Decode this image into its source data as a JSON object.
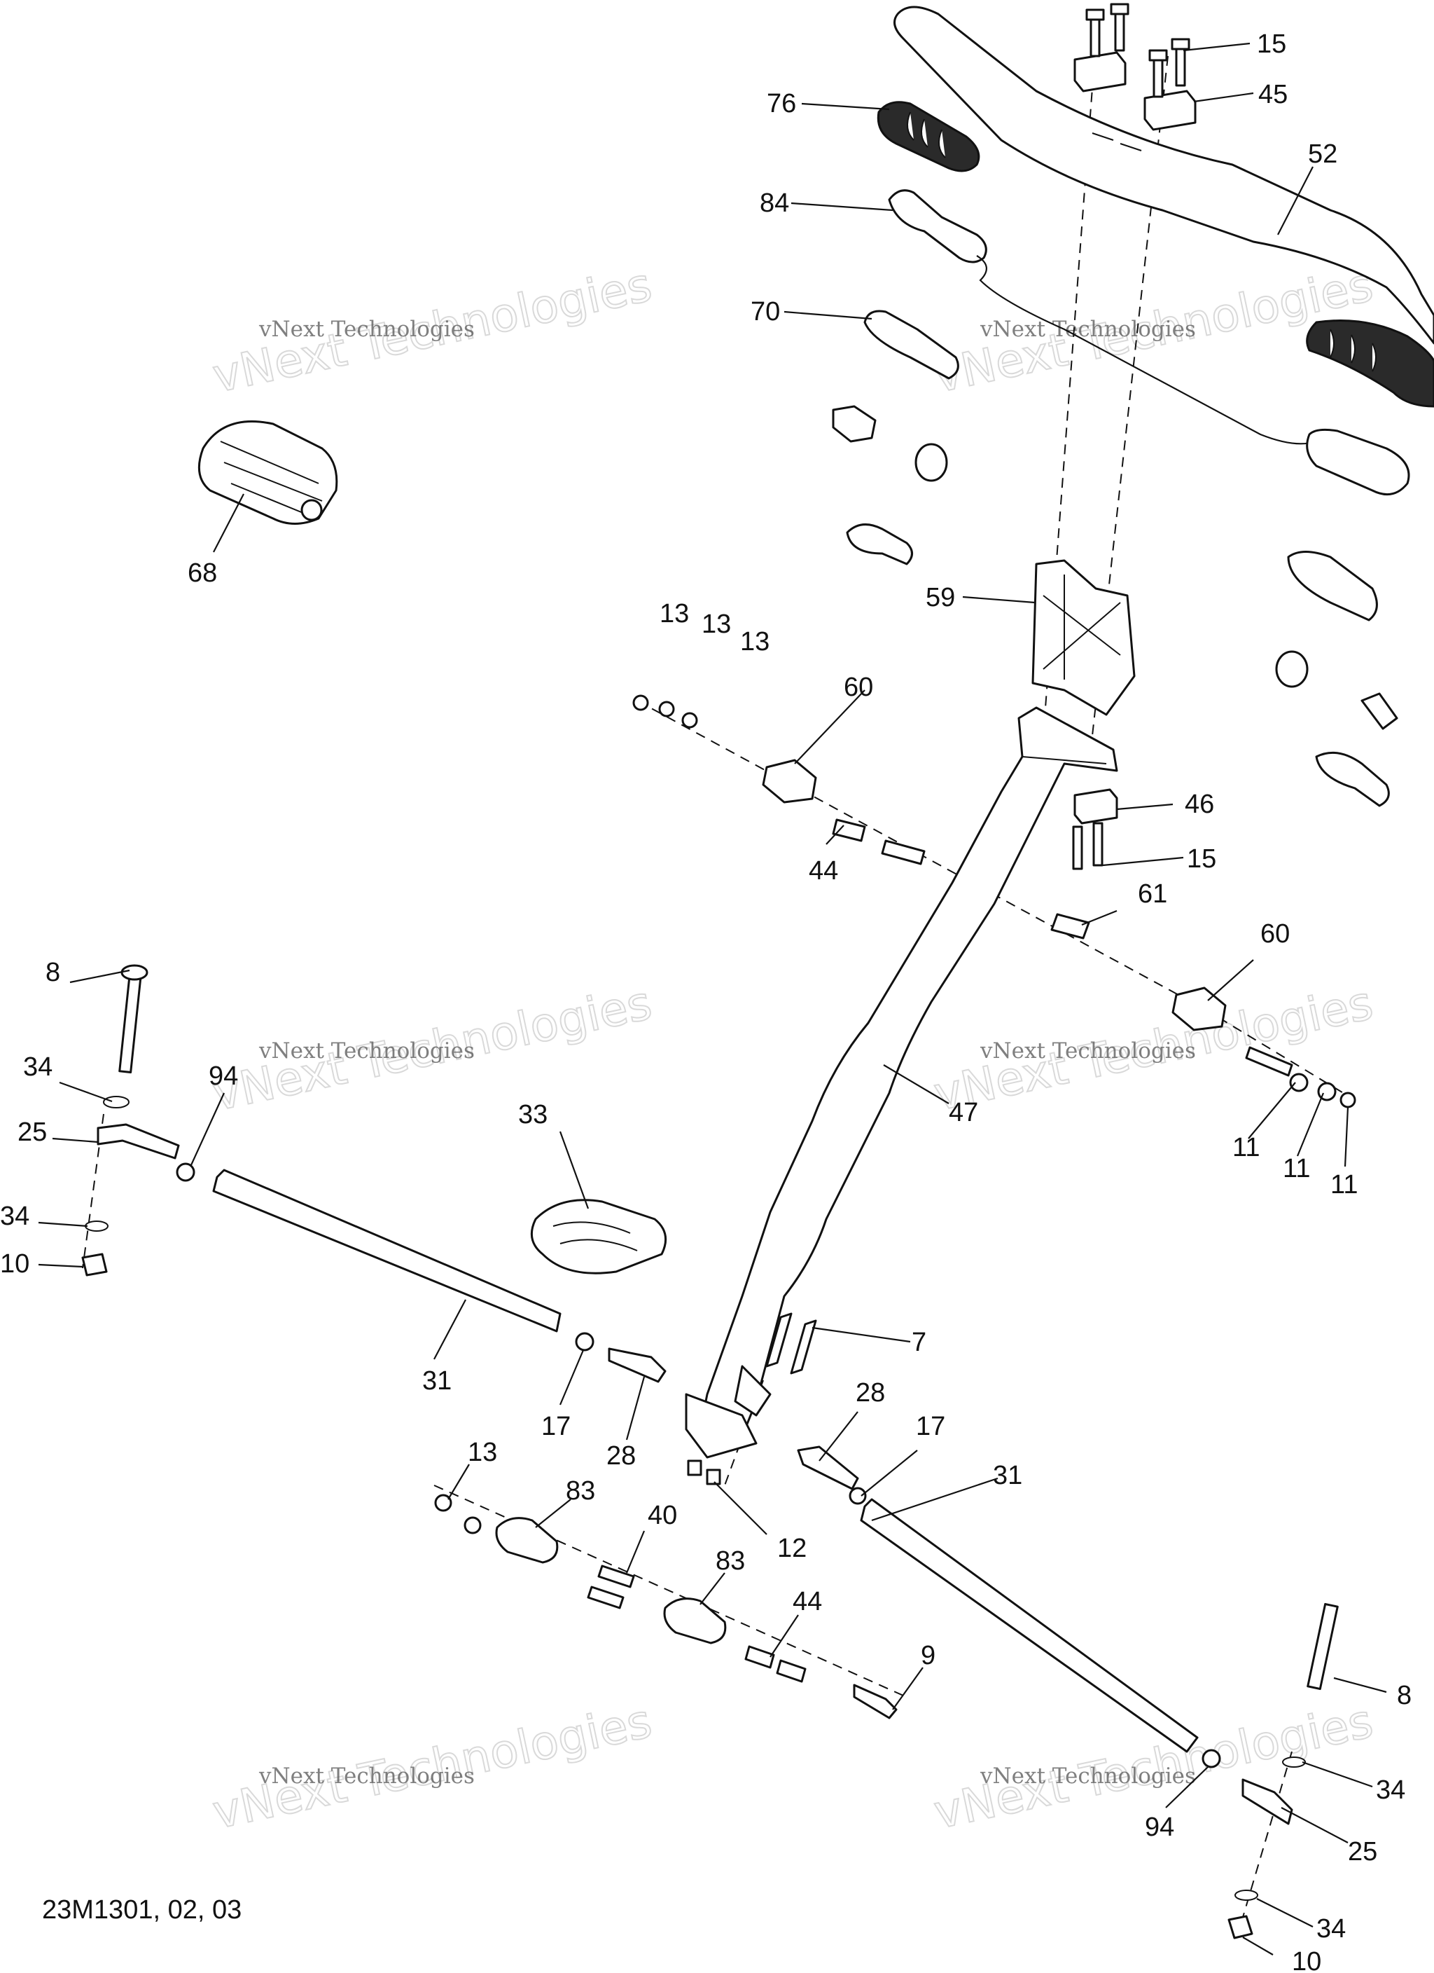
{
  "watermark": {
    "line1": "vNext Technologies",
    "big_text": "vNext Technologies"
  },
  "figure_ref": "23M1301, 02, 03",
  "callouts": {
    "c15a": "15",
    "c45": "45",
    "c76": "76",
    "c52": "52",
    "c84": "84",
    "c70": "70",
    "c68": "68",
    "c59": "59",
    "c13a": "13",
    "c13b": "13",
    "c13c": "13",
    "c60a": "60",
    "c46": "46",
    "c15b": "15",
    "c44a": "44",
    "c61": "61",
    "c60b": "60",
    "c8a": "8",
    "c34a": "34",
    "c94a": "94",
    "c25a": "25",
    "c47": "47",
    "c11a": "11",
    "c11b": "11",
    "c11c": "11",
    "c33": "33",
    "c34b": "34",
    "c10a": "10",
    "c31a": "31",
    "c7": "7",
    "c17a": "17",
    "c28a": "28",
    "c28b": "28",
    "c17b": "17",
    "c13d": "13",
    "c83a": "83",
    "c40": "40",
    "c12": "12",
    "c31b": "31",
    "c83b": "83",
    "c44b": "44",
    "c9": "9",
    "c8b": "8",
    "c34c": "34",
    "c94b": "94",
    "c25b": "25",
    "c34d": "34",
    "c10b": "10"
  }
}
